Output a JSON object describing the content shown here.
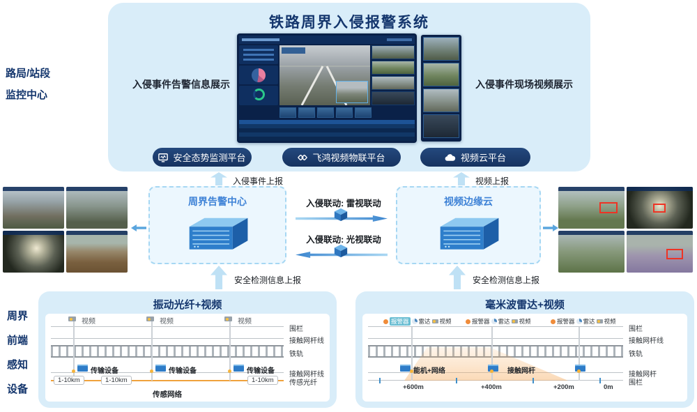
{
  "system_title": "铁路周界入侵报警系统",
  "monitor_center": {
    "line1": "路局/站段",
    "line2": "监控中心"
  },
  "top_panel": {
    "left_caption": "入侵事件告警信息展示",
    "right_caption": "入侵事件现场视频展示",
    "platforms": [
      {
        "label": "安全态势监测平台",
        "icon": "monitor-icon"
      },
      {
        "label": "飞鸿视频物联平台",
        "icon": "link-icon"
      },
      {
        "label": "视频云平台",
        "icon": "cloud-icon"
      }
    ]
  },
  "flows": {
    "event_report": "入侵事件上报",
    "video_report": "视频上报",
    "safety_report_left": "安全检测信息上报",
    "safety_report_right": "安全检测信息上报",
    "linkage_radar": "入侵联动: 雷视联动",
    "linkage_optical": "入侵联动: 光视联动"
  },
  "nodes": {
    "alarm_center": "周界告警中心",
    "edge_cloud": "视频边缘云"
  },
  "front_end": {
    "line1": "周界",
    "line2": "前端",
    "line3": "感知",
    "line4": "设备"
  },
  "fiber_section": {
    "title": "振动光纤+视频",
    "camera_label": "视频",
    "device_label": "传输设备",
    "distance_label": "1-10km",
    "row_labels": [
      "围栏",
      "接触网杆线",
      "铁轨",
      "接触网杆线",
      "传感光纤"
    ],
    "network_label": "传感网络"
  },
  "radar_section": {
    "title": "毫米波雷达+视频",
    "sensor_labels": [
      "报警器",
      "雷达",
      "视频"
    ],
    "left_device_label": "能机+网络",
    "pole_label": "接触网杆",
    "distances": [
      "+600m",
      "+400m",
      "+200m",
      "0m"
    ],
    "row_labels": [
      "围栏",
      "接触网杆线",
      "铁轨",
      "接触网杆",
      "围栏"
    ]
  },
  "colors": {
    "panel_bg": "#d9edf9",
    "pill_navy": "#1c3c70",
    "title_text": "#14366d",
    "box_title_text": "#3e82d6",
    "arrow_fill": "#bfe1f5",
    "fiber_orange": "#f0a23c",
    "server_blue": "#2e7cc8",
    "detect_red": "#ee3324"
  }
}
